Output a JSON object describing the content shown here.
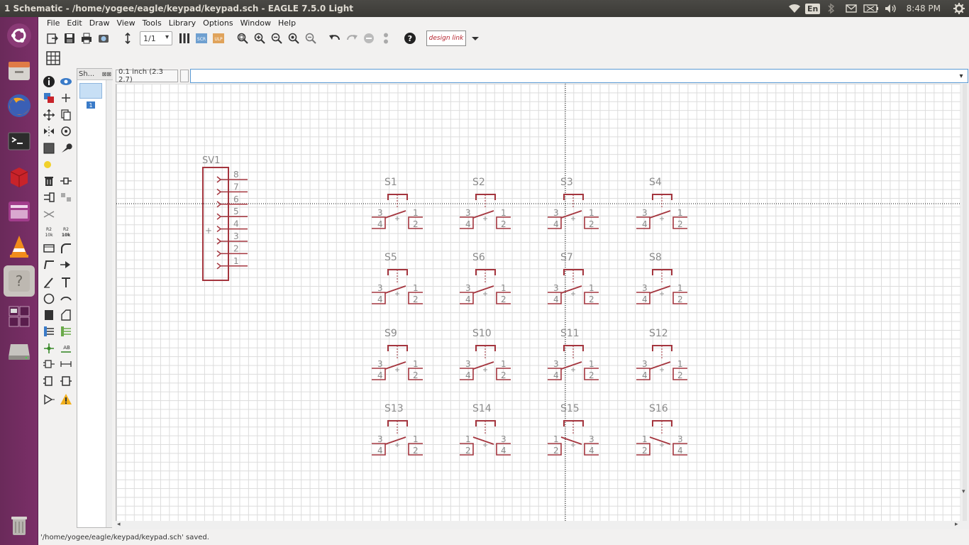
{
  "window": {
    "title": "1 Schematic - /home/yogee/eagle/keypad/keypad.sch - EAGLE 7.5.0 Light"
  },
  "panel": {
    "language": "En",
    "clock": "8:48 PM"
  },
  "menu": [
    "File",
    "Edit",
    "Draw",
    "View",
    "Tools",
    "Library",
    "Options",
    "Window",
    "Help"
  ],
  "toolbar": {
    "sheet_value": "1/1",
    "design_link_label": "design link"
  },
  "sheet_panel": {
    "tab_label": "Sh...",
    "sheet_number": "1"
  },
  "command": {
    "coordinate": "0.1 inch (2.3 2.7)",
    "value": ""
  },
  "status": {
    "message": "'/home/yogee/eagle/keypad/keypad.sch' saved."
  },
  "schematic": {
    "connector": {
      "name": "SV1",
      "pins": [
        "8",
        "7",
        "6",
        "5",
        "4",
        "3",
        "2",
        "1"
      ]
    },
    "switches": [
      {
        "name": "S1",
        "pins": [
          "3",
          "1",
          "4",
          "2"
        ]
      },
      {
        "name": "S2",
        "pins": [
          "3",
          "1",
          "4",
          "2"
        ]
      },
      {
        "name": "S3",
        "pins": [
          "3",
          "1",
          "4",
          "2"
        ]
      },
      {
        "name": "S4",
        "pins": [
          "3",
          "1",
          "4",
          "2"
        ]
      },
      {
        "name": "S5",
        "pins": [
          "3",
          "1",
          "4",
          "2"
        ]
      },
      {
        "name": "S6",
        "pins": [
          "3",
          "1",
          "4",
          "2"
        ]
      },
      {
        "name": "S7",
        "pins": [
          "3",
          "1",
          "4",
          "2"
        ]
      },
      {
        "name": "S8",
        "pins": [
          "3",
          "1",
          "4",
          "2"
        ]
      },
      {
        "name": "S9",
        "pins": [
          "3",
          "1",
          "4",
          "2"
        ]
      },
      {
        "name": "S10",
        "pins": [
          "3",
          "1",
          "4",
          "2"
        ]
      },
      {
        "name": "S11",
        "pins": [
          "3",
          "1",
          "4",
          "2"
        ]
      },
      {
        "name": "S12",
        "pins": [
          "3",
          "1",
          "4",
          "2"
        ]
      },
      {
        "name": "S13",
        "pins": [
          "3",
          "1",
          "4",
          "2"
        ]
      },
      {
        "name": "S14",
        "pins": [
          "1",
          "3",
          "2",
          "4"
        ]
      },
      {
        "name": "S15",
        "pins": [
          "1",
          "3",
          "2",
          "4"
        ]
      },
      {
        "name": "S16",
        "pins": [
          "1",
          "3",
          "2",
          "4"
        ]
      }
    ]
  },
  "colors": {
    "symbol": "#a4353e",
    "label": "#8a8a8a",
    "grid": "#dcdcdc",
    "launcher": "#742c63"
  }
}
